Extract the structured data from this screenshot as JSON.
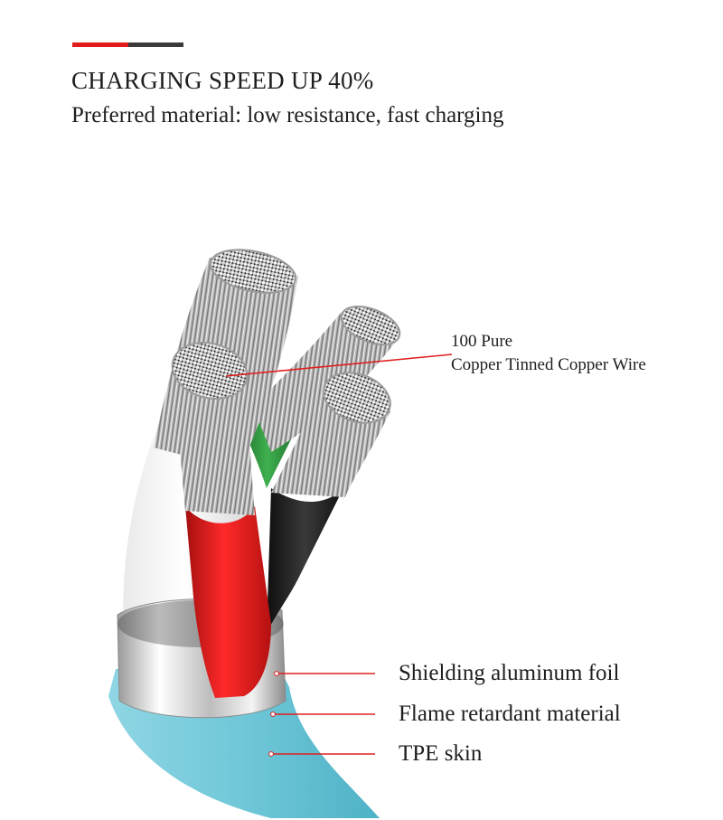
{
  "header": {
    "heading": "CHARGING SPEED UP 40%",
    "subheading": "Preferred material: low resistance, fast charging"
  },
  "callout": {
    "line1": "100 Pure",
    "line2": "Copper Tinned Copper Wire"
  },
  "layers": [
    {
      "label": "Shielding aluminum foil"
    },
    {
      "label": "Flame retardant material"
    },
    {
      "label": "TPE skin"
    }
  ],
  "colors": {
    "accent_red": "#e21b1b",
    "accent_dark": "#3a3a3a",
    "skin_blue": "#6fc7d8",
    "wire_red": "#e01818",
    "wire_green": "#2c8f3a",
    "wire_black": "#1d1d1d",
    "callout_line": "#e02020"
  }
}
